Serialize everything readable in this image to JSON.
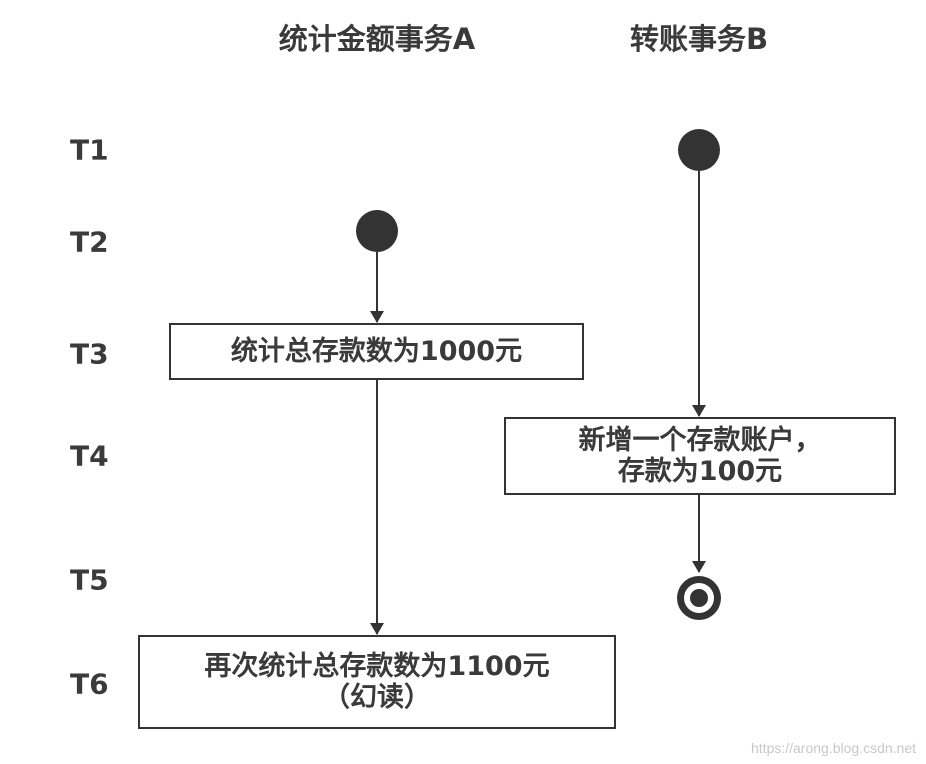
{
  "columns": {
    "a_title": "统计金额事务A",
    "b_title": "转账事务B"
  },
  "times": [
    "T1",
    "T2",
    "T3",
    "T4",
    "T5",
    "T6"
  ],
  "boxes": {
    "a_t3": "统计总存款数为1000元",
    "b_t4_line1": "新增一个存款账户，",
    "b_t4_line2": "存款为100元",
    "a_t6_line1": "再次统计总存款数为1100元",
    "a_t6_line2": "（幻读）"
  },
  "watermark": "https://arong.blog.csdn.net",
  "colors": {
    "line": "#333333",
    "text": "#3a3a3a",
    "node": "#333333"
  }
}
